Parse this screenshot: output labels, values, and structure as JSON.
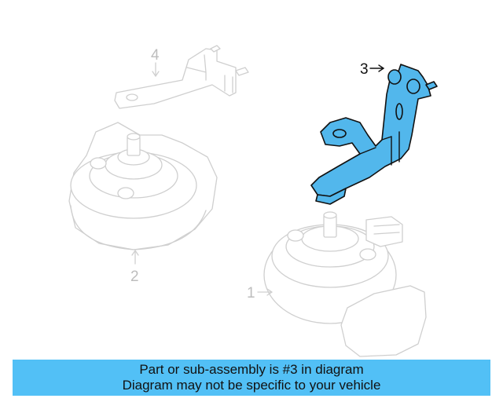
{
  "callouts": {
    "horn_low": "1",
    "horn_high": "2",
    "bracket": "3",
    "upper_bracket": "4"
  },
  "banner": {
    "line1": "Part or sub-assembly is #3 in diagram",
    "line2": "Diagram may not be specific to your vehicle"
  },
  "colors": {
    "highlight": "#52b7ec",
    "banner": "#52c0f6",
    "ghost": "#cfcfcf"
  }
}
